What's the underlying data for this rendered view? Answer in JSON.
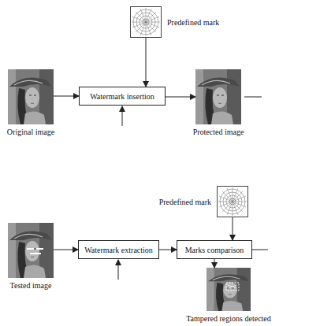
{
  "diagram": {
    "nodes": [
      {
        "text": [
          "Predefined mark"
        ]
      },
      {
        "text": [
          "Original image"
        ]
      },
      {
        "text": [
          "Watermark insertion"
        ]
      },
      {
        "text": [
          "Protected image"
        ]
      },
      {
        "text": [
          "Predefined mark"
        ]
      },
      {
        "text": [
          "Tested image"
        ]
      },
      {
        "text": [
          "Watermark extraction"
        ]
      },
      {
        "text": [
          "Marks comparison"
        ]
      },
      {
        "text": [
          "Tampered regions detected"
        ]
      }
    ],
    "edges": [
      {
        "from": 0,
        "to": 2,
        "arrow": "to"
      },
      {
        "from": 1,
        "to": 2,
        "arrow": "to"
      },
      {
        "from": 2,
        "to": 3,
        "arrow": "to"
      },
      {
        "from": 5,
        "to": 6,
        "arrow": "to"
      },
      {
        "from": 6,
        "to": 7,
        "arrow": "to"
      },
      {
        "from": 4,
        "to": 7,
        "arrow": "to"
      },
      {
        "from": 7,
        "to": 8,
        "arrow": "to"
      }
    ]
  }
}
